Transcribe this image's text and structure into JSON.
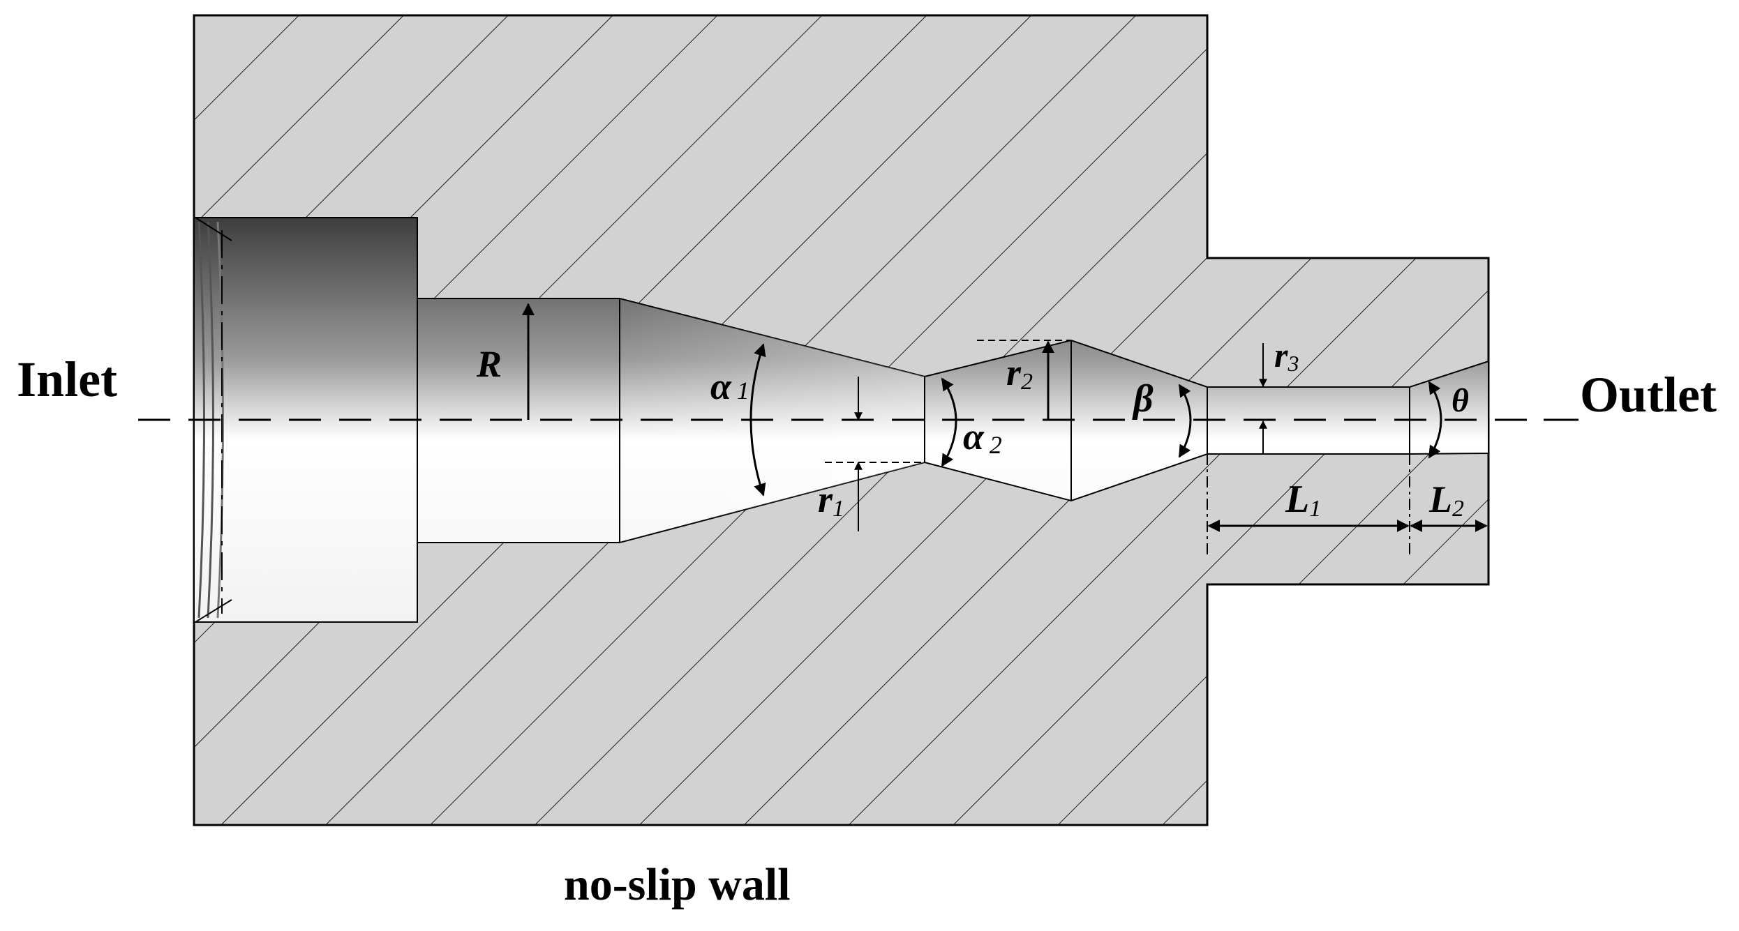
{
  "labels": {
    "inlet": "Inlet",
    "outlet": "Outlet",
    "wall": "no-slip wall"
  },
  "dimensions": {
    "R": {
      "main": "R",
      "sub": ""
    },
    "alpha1": {
      "main": "α",
      "sub": "1"
    },
    "alpha2": {
      "main": "α",
      "sub": "2"
    },
    "r1": {
      "main": "r",
      "sub": "1"
    },
    "r2": {
      "main": "r",
      "sub": "2"
    },
    "r3": {
      "main": "r",
      "sub": "3"
    },
    "beta": {
      "main": "β",
      "sub": ""
    },
    "theta": {
      "main": "θ",
      "sub": ""
    },
    "L1": {
      "main": "L",
      "sub": "1"
    },
    "L2": {
      "main": "L",
      "sub": "2"
    }
  },
  "colors": {
    "hatch_fill": "#d2d2d2",
    "line": "#000000",
    "bore_dark": "#4a4a4a",
    "bore_light": "#ffffff"
  }
}
